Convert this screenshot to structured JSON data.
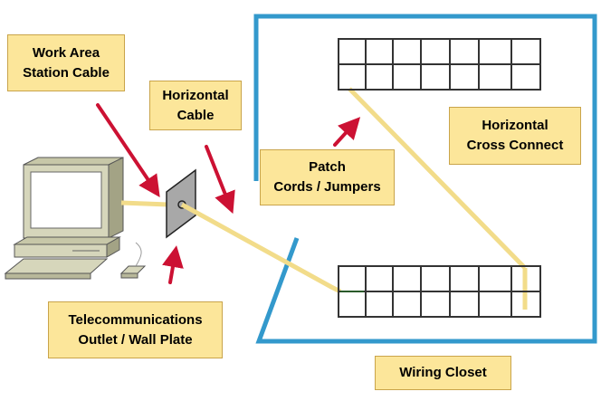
{
  "labels": {
    "work_area": {
      "line1": "Work Area",
      "line2": "Station Cable"
    },
    "horizontal_cable": {
      "line1": "Horizontal",
      "line2": "Cable"
    },
    "patch_cords": {
      "line1": "Patch",
      "line2": "Cords / Jumpers"
    },
    "horizontal_cross_connect": {
      "line1": "Horizontal",
      "line2": "Cross Connect"
    },
    "telecom_outlet": {
      "line1": "Telecommunications",
      "line2": "Outlet / Wall Plate"
    },
    "wiring_closet": {
      "line1": "Wiring Closet"
    }
  },
  "colors": {
    "closet_wall": "#3399cc",
    "cable": "#f2dc8a",
    "arrow": "#cc1133",
    "label_fill": "#fce69a",
    "panel_line": "#333333"
  },
  "icons": {
    "computer": "computer-icon",
    "wall_plate": "wall-plate-icon",
    "patch_panel": "patch-panel-icon",
    "arrow": "red-arrow-icon"
  }
}
